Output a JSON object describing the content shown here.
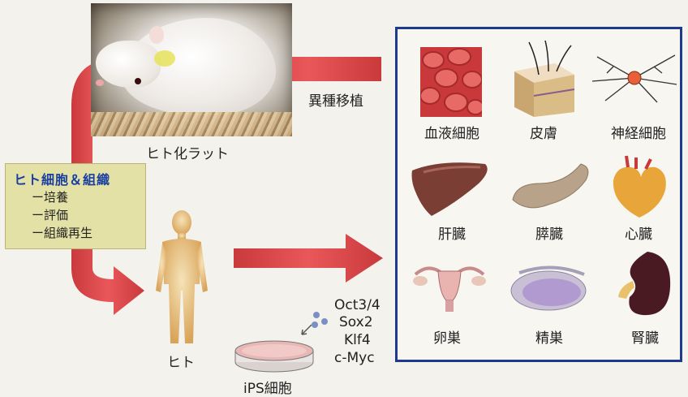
{
  "rat_label": "ヒト化ラット",
  "xenograft_label": "異種移植",
  "human_cell_box": {
    "title": "ヒト細胞＆組織",
    "items": [
      "ー培養",
      "ー評価",
      "ー組織再生"
    ]
  },
  "human_label": "ヒト",
  "factors": [
    "Oct3/4",
    "Sox2",
    "Klf4",
    "c-Myc"
  ],
  "ips_label": "iPS細胞",
  "organs": [
    {
      "label": "血液細胞"
    },
    {
      "label": "皮膚"
    },
    {
      "label": "神経細胞"
    },
    {
      "label": "肝臓"
    },
    {
      "label": "膵臓"
    },
    {
      "label": "心臓"
    },
    {
      "label": "卵巣"
    },
    {
      "label": "精巣"
    },
    {
      "label": "腎臓"
    }
  ],
  "colors": {
    "arrow_red": "#e0494b",
    "panel_border": "#1d3b8c",
    "box_title_blue": "#1a3fa0",
    "box_fill": "#e3e1a6"
  }
}
